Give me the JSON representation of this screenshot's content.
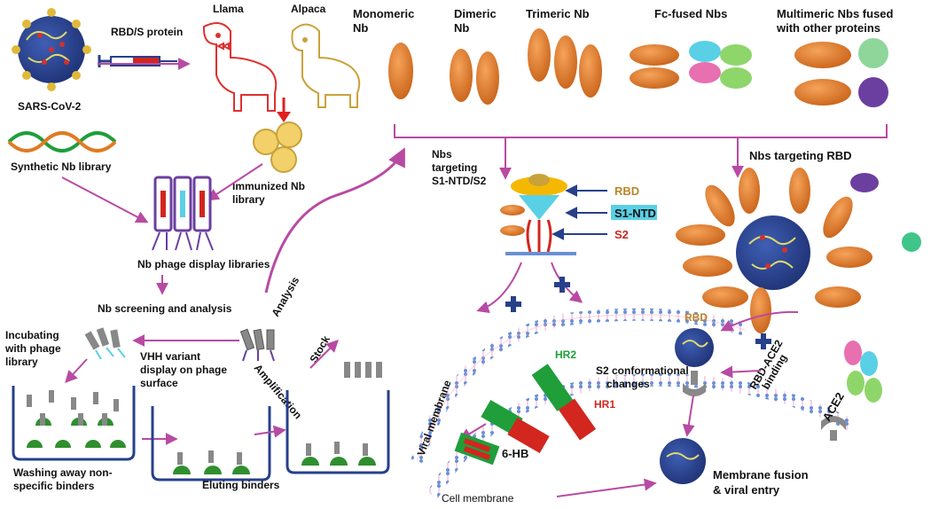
{
  "colors": {
    "arrow": "#b84aa3",
    "nb_orange": "#e07b22",
    "virus_blue": "#27408b",
    "rbd_label": "#b8862b",
    "s1ntd_bg": "#5ad0e6",
    "s2_label": "#d2261f",
    "hr_green": "#1f9e3a",
    "hr_red": "#d2261f",
    "membrane_pink": "#f3a7c4",
    "membrane_blue": "#6a8fd6",
    "llama": "#e03030",
    "alpaca": "#c9a23a",
    "red_arrow": "#e02020"
  },
  "labels": {
    "rbd_s_protein": "RBD/S protein",
    "llama": "Llama",
    "alpaca": "Alpaca",
    "sars_cov2": "SARS-CoV-2",
    "synthetic_library": "Synthetic Nb library",
    "immunized_library_1": "Immunized Nb",
    "immunized_library_2": "library",
    "phage_display": "Nb phage display libraries",
    "screening": "Nb screening and analysis",
    "analysis": "Analysis",
    "stock": "Stock",
    "amplification": "Amplification",
    "vhh_1": "VHH variant",
    "vhh_2": "display on phage",
    "vhh_3": "surface",
    "incubating_1": "Incubating",
    "incubating_2": "with phage",
    "incubating_3": "library",
    "washing_1": "Washing away non-",
    "washing_2": "specific binders",
    "eluting": "Eluting binders",
    "monomeric_1": "Monomeric",
    "monomeric_2": "Nb",
    "dimeric_1": "Dimeric",
    "dimeric_2": "Nb",
    "trimeric": "Trimeric Nb",
    "fc_fused": "Fc-fused Nbs",
    "multimeric_1": "Multimeric Nbs fused",
    "multimeric_2": "with other proteins",
    "targeting_s1_1": "Nbs",
    "targeting_s1_2": "targeting",
    "targeting_s1_3": "S1-NTD/S2",
    "targeting_rbd": "Nbs targeting RBD",
    "rbd": "RBD",
    "s1_ntd": "S1-NTD",
    "s2": "S2",
    "rbd_small": "RBD",
    "rbd_ace2_1": "RBD-ACE2",
    "rbd_ace2_2": "binding",
    "ace2": "ACE2",
    "viral_membrane": "Viral membrane",
    "hr2": "HR2",
    "hr1": "HR1",
    "s2_conf_1": "S2 conformational",
    "s2_conf_2": "changes",
    "six_hb": "6-HB",
    "cell_membrane": "Cell membrane",
    "fusion_1": "Membrane fusion",
    "fusion_2": "& viral entry"
  }
}
